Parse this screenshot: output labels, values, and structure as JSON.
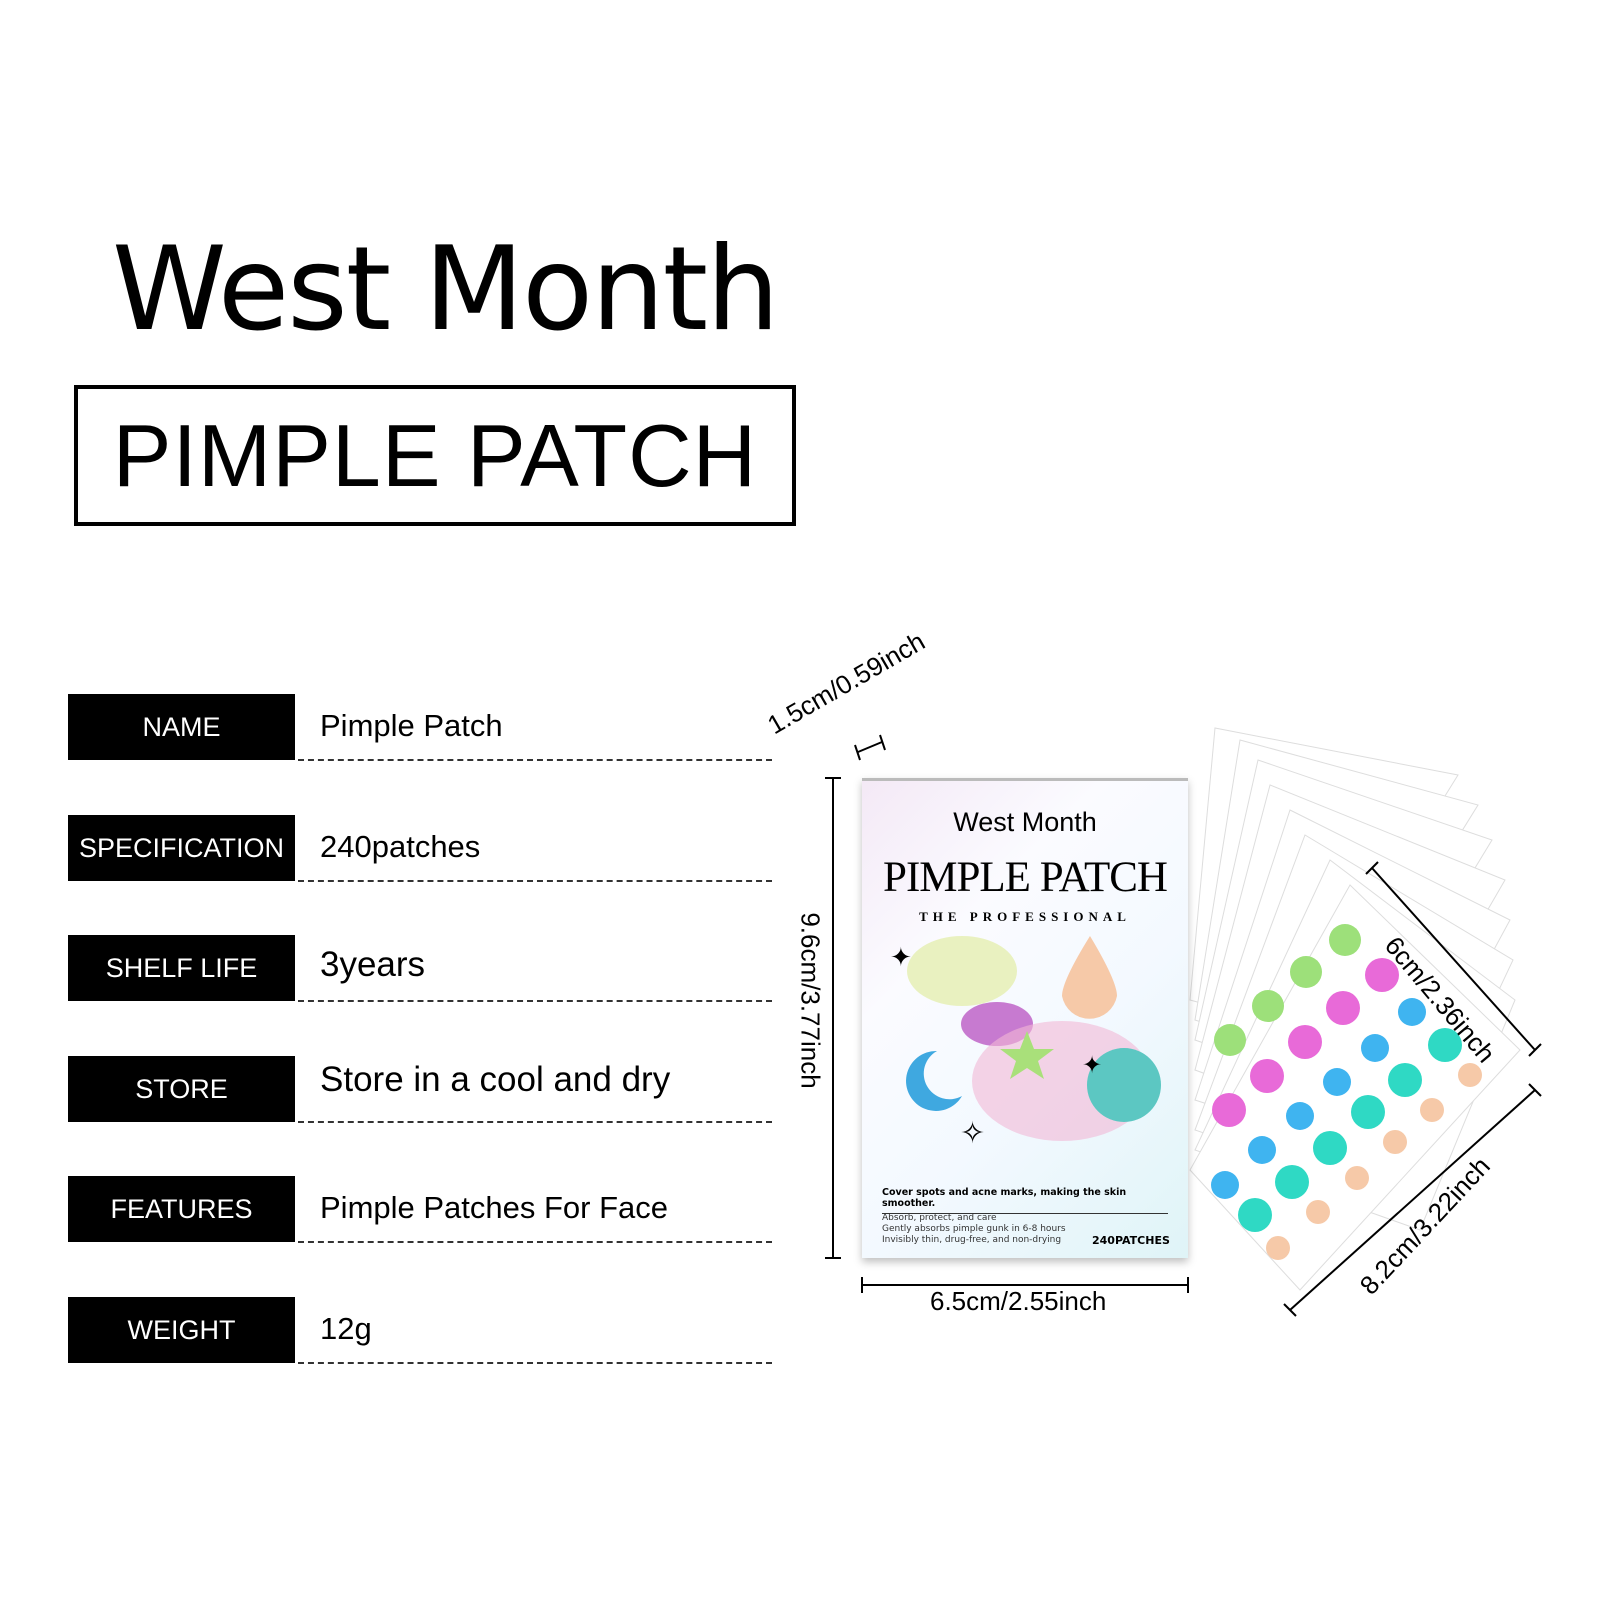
{
  "brand": "West Month",
  "product_title": "PIMPLE PATCH",
  "specs": [
    {
      "label": "NAME",
      "value": "Pimple Patch"
    },
    {
      "label": "SPECIFICATION",
      "value": "240patches"
    },
    {
      "label": "SHELF LIFE",
      "value": "3years"
    },
    {
      "label": "STORE",
      "value": "Store in a cool and dry"
    },
    {
      "label": "FEATURES",
      "value": "Pimple Patches For Face"
    },
    {
      "label": "WEIGHT",
      "value": "12g"
    }
  ],
  "dimensions": {
    "thickness": "1.5cm/0.59inch",
    "height": "9.6cm/3.77inch",
    "width": "6.5cm/2.55inch",
    "sheet_width": "6cm/2.36inch",
    "sheet_height": "8.2cm/3.22inch"
  },
  "package": {
    "brand": "West Month",
    "title": "PIMPLE PATCH",
    "subtitle": "THE PROFESSIONAL",
    "tagline": "Cover spots and acne marks, making the skin smoother.",
    "lines": [
      "Absorb, protect, and care",
      "Gently absorbs pimple gunk in 6-8 hours",
      "Invisibly thin, drug-free, and non-drying"
    ],
    "count": "240PATCHES"
  }
}
